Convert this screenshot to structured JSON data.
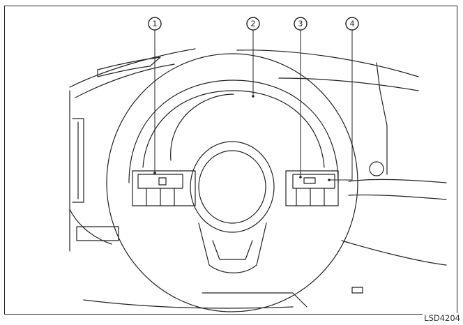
{
  "figure_code": "LSD4204",
  "callouts": [
    "1",
    "2",
    "3",
    "4"
  ]
}
